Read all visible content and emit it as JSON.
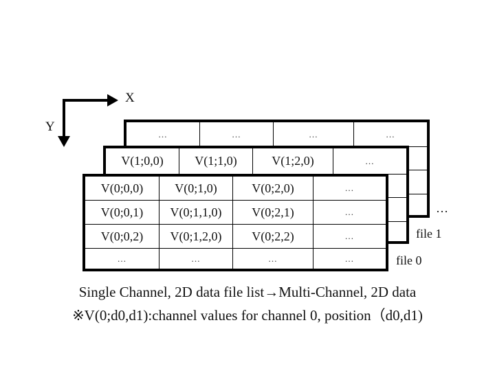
{
  "axes": {
    "x_label": "X",
    "y_label": "Y"
  },
  "layers": [
    {
      "name": "file-2",
      "label": "…",
      "rows": [
        [
          "…",
          "…",
          "…",
          "…"
        ],
        [
          "",
          "",
          "",
          ""
        ],
        [
          "",
          "",
          "",
          ""
        ],
        [
          "",
          "",
          "",
          ""
        ]
      ]
    },
    {
      "name": "file-1",
      "label": "file 1",
      "rows": [
        [
          "V(1;0,0)",
          "V(1;1,0)",
          "V(1;2,0)",
          "…"
        ],
        [
          "",
          "",
          "",
          ""
        ],
        [
          "",
          "",
          "",
          ""
        ],
        [
          "",
          "",
          "",
          ""
        ]
      ]
    },
    {
      "name": "file-0",
      "label": "file 0",
      "rows": [
        [
          "V(0;0,0)",
          "V(0;1,0)",
          "V(0;2,0)",
          "…"
        ],
        [
          "V(0;0,1)",
          "V(0;1,1,0)",
          "V(0;2,1)",
          "…"
        ],
        [
          "V(0;0,2)",
          "V(0;1,2,0)",
          "V(0;2,2)",
          "…"
        ],
        [
          "…",
          "…",
          "…",
          "…"
        ]
      ]
    }
  ],
  "caption": {
    "line1": "Single Channel, 2D data file list→Multi-Channel, 2D data",
    "line2": "※V(0;d0,d1):channel values for channel 0, position（d0,d1)"
  }
}
